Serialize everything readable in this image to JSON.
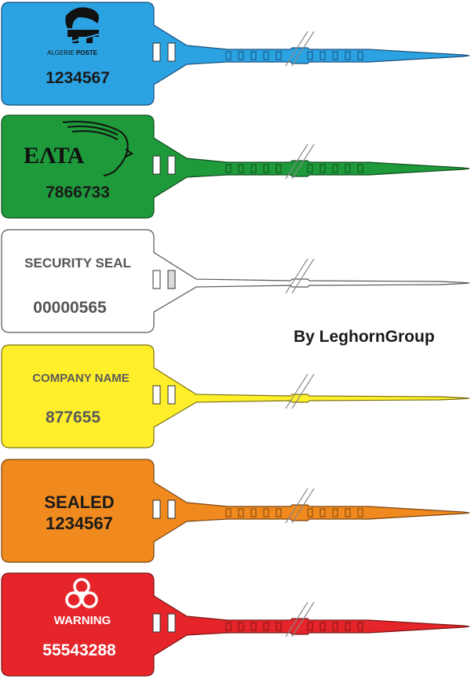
{
  "seals": [
    {
      "id": "blue",
      "color": "#2ba3e3",
      "stroke": "#1a4f7a",
      "logo": "algerie-poste-logo-icon",
      "logo_text_1": "ALGERIE",
      "logo_text_2": "POSTE",
      "number": "1234567",
      "text_color": "#1a1a1a"
    },
    {
      "id": "green",
      "color": "#1e9a3a",
      "stroke": "#0f4d1d",
      "logo": "elta-logo-icon",
      "logo_text_1": "ΕΛΤΑ",
      "number": "7866733",
      "text_color": "#1a1a1a"
    },
    {
      "id": "white",
      "color": "#ffffff",
      "stroke": "#555555",
      "label": "SECURITY SEAL",
      "number": "00000565",
      "text_color": "#555555"
    },
    {
      "id": "yellow",
      "color": "#ffef2a",
      "stroke": "#7a7010",
      "label": "COMPANY NAME",
      "number": "877655",
      "text_color": "#5a5a5a"
    },
    {
      "id": "orange",
      "color": "#f08a1e",
      "stroke": "#7a4410",
      "label": "SEALED",
      "number": "1234567",
      "text_color": "#1a1a1a"
    },
    {
      "id": "red",
      "color": "#e5252a",
      "stroke": "#7a1414",
      "logo": "biohazard-icon",
      "label": "WARNING",
      "number": "55543288",
      "text_color": "#ffffff"
    }
  ],
  "credit": "By LeghornGroup"
}
